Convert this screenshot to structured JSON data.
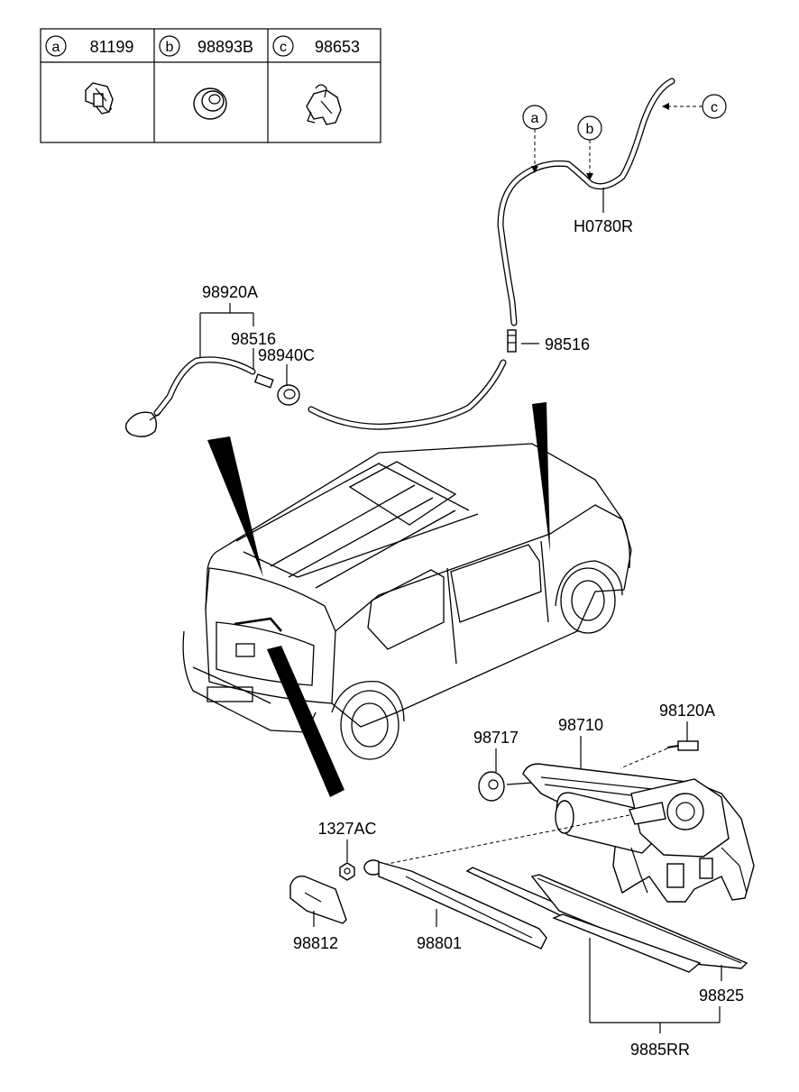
{
  "legend": {
    "items": [
      {
        "letter": "a",
        "part_no": "81199",
        "icon": "clip-icon"
      },
      {
        "letter": "b",
        "part_no": "98893B",
        "icon": "grommet-icon"
      },
      {
        "letter": "c",
        "part_no": "98653",
        "icon": "hose-clip-icon"
      }
    ]
  },
  "callouts": {
    "a": "a",
    "b": "b",
    "c": "c"
  },
  "labels": {
    "hose_main": "H0780R",
    "nozzle_assy": "98920A",
    "connector_left": "98516",
    "grommet": "98940C",
    "connector_right": "98516",
    "cap": "98717",
    "motor_assy": "98710",
    "bolt": "98120A",
    "nut": "1327AC",
    "arm_cover": "98812",
    "arm": "98801",
    "blade": "98825",
    "blade_assy": "9885RR"
  }
}
